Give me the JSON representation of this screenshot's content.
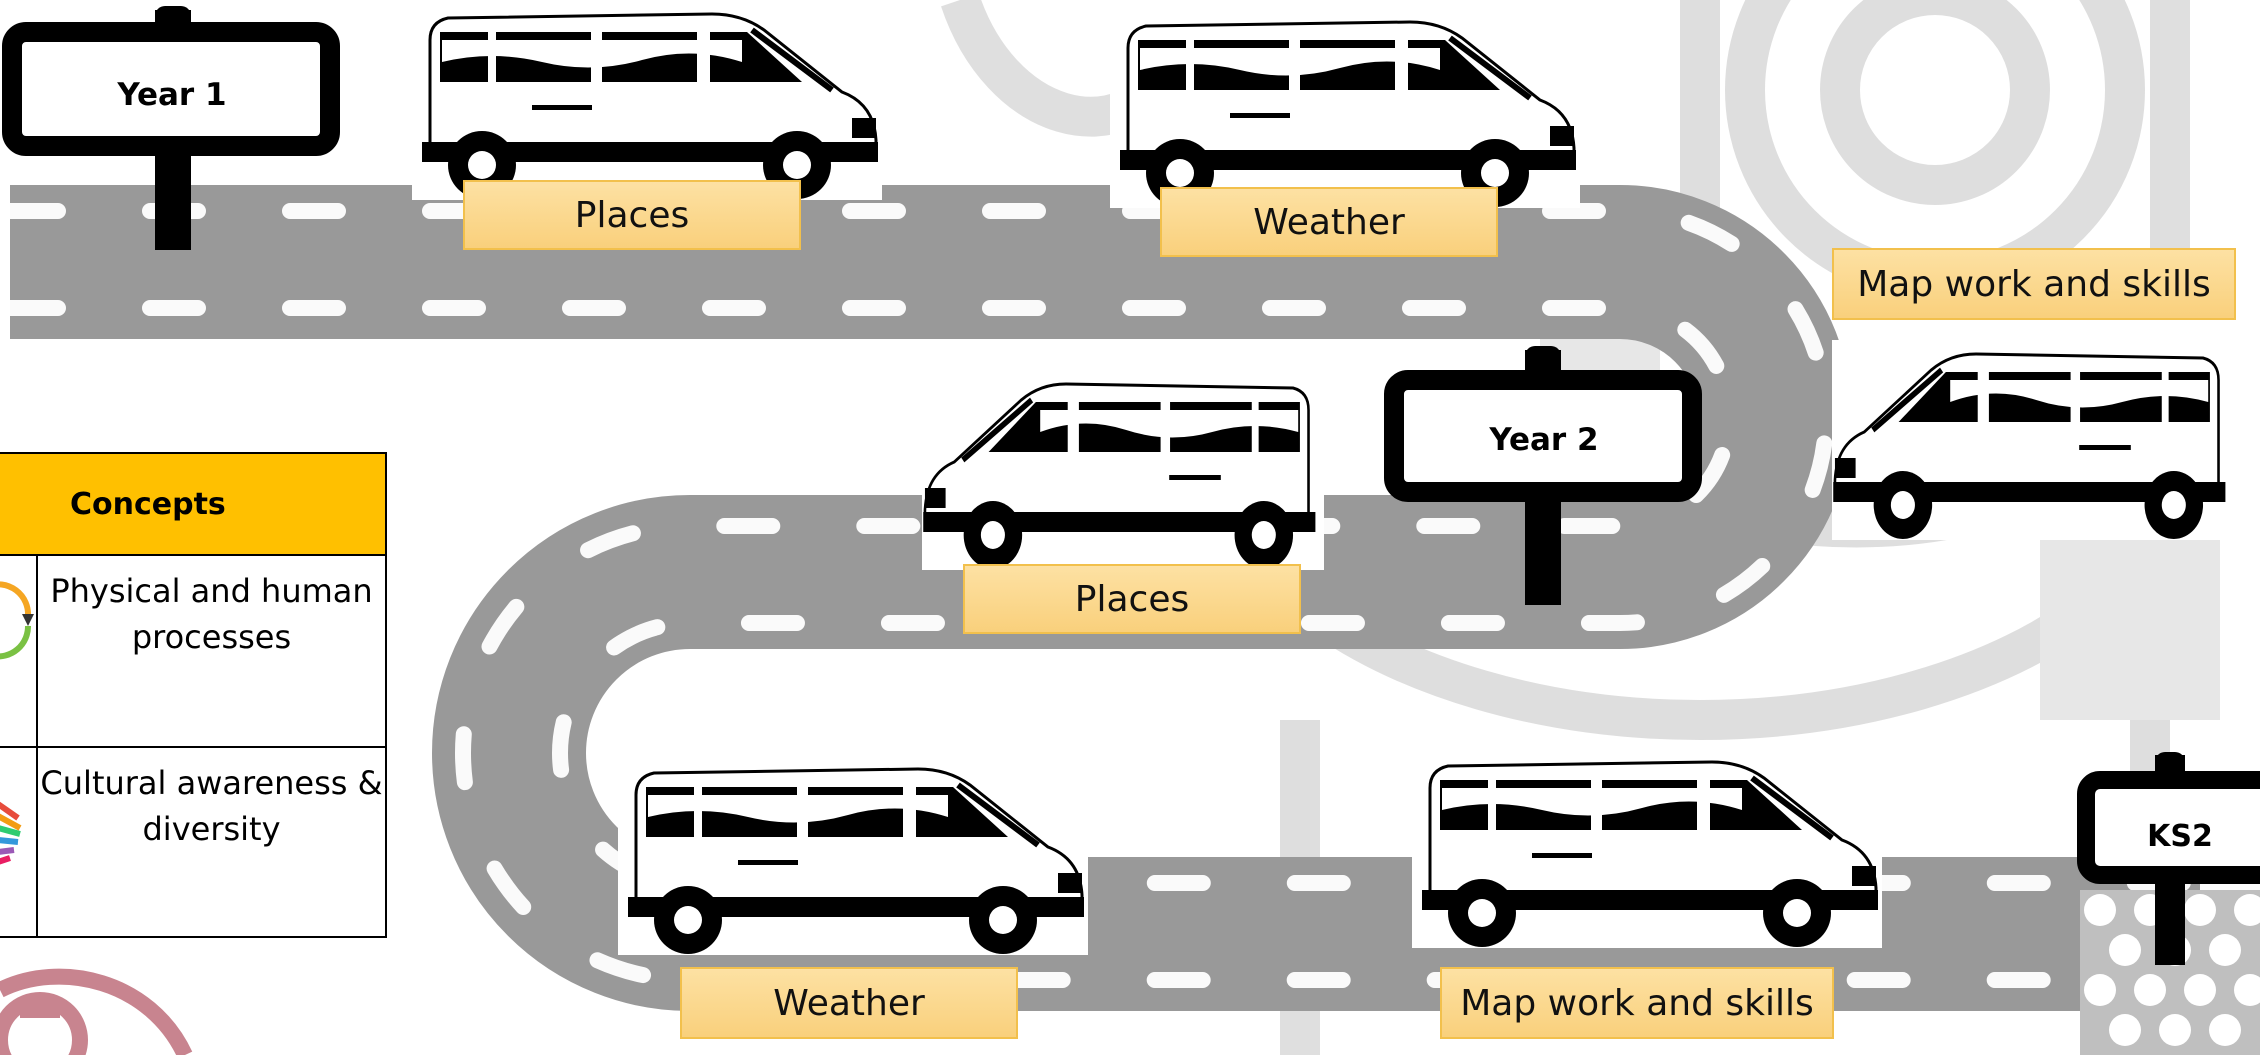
{
  "signs": {
    "year1": "Year 1",
    "year2": "Year 2",
    "ks2": "KS2"
  },
  "topics": {
    "y1_places": "Places",
    "y1_weather": "Weather",
    "y1_map": "Map work and skills",
    "y2_places": "Places",
    "y2_weather": "Weather",
    "y2_map": "Map work and skills"
  },
  "concepts": {
    "header": "Concepts",
    "rows": [
      "Physical and human processes",
      "Cultural awareness & diversity"
    ]
  },
  "colors": {
    "road": "#999999",
    "road_dash": "#ffffff",
    "label_fill": "#fbd58a",
    "label_border": "#f2c04c",
    "table_header": "#ffc000",
    "watermark": "#d9d9d9",
    "logo": "#c8848f"
  }
}
